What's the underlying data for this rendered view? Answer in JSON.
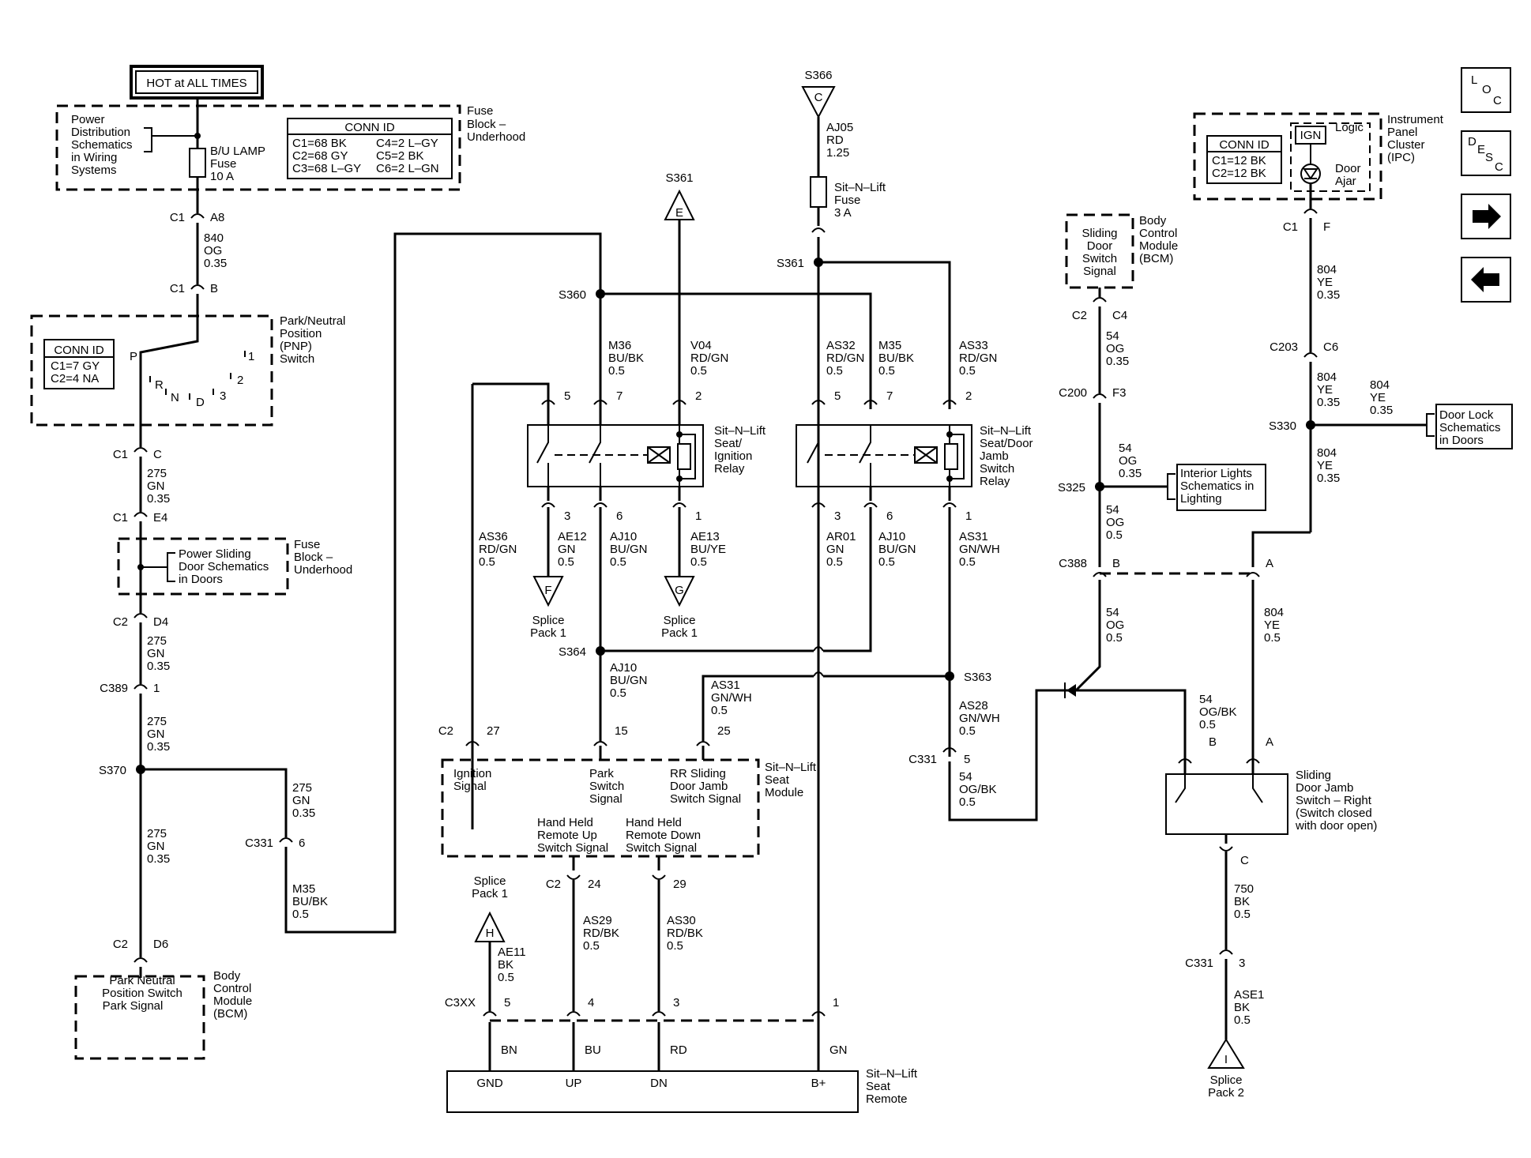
{
  "hot_label": "HOT at ALL TIMES",
  "fuse_block_top": {
    "label_lines": [
      "Fuse",
      "Block –",
      "Underhood"
    ],
    "power_ref": [
      "Power",
      "Distribution",
      "Schematics",
      "in Wiring",
      "Systems"
    ],
    "fuse": [
      "B/U LAMP",
      "Fuse",
      "10 A"
    ],
    "conn_title": "CONN ID",
    "conn_left": [
      "C1=68 BK",
      "C2=68 GY",
      "C3=68 L–GY"
    ],
    "conn_right": [
      "C4=2 L–GY",
      "C5=2 BK",
      "C6=2 L–GN"
    ]
  },
  "left_chain": {
    "c1_a8": [
      "C1",
      "A8"
    ],
    "w840": [
      "840",
      "OG",
      "0.35"
    ],
    "c1_b": [
      "C1",
      "B"
    ],
    "pnp_label": [
      "Park/Neutral",
      "Position",
      "(PNP)",
      "Switch"
    ],
    "pnp_conn_title": "CONN ID",
    "pnp_conn": [
      "C1=7 GY",
      "C2=4 NA"
    ],
    "pnp_positions": [
      "P",
      "R",
      "N",
      "D",
      "3",
      "2",
      "1"
    ],
    "c1_c": [
      "C1",
      "C"
    ],
    "w275a": [
      "275",
      "GN",
      "0.35"
    ],
    "c1_e4": [
      "C1",
      "E4"
    ],
    "psd_ref": [
      "Power Sliding",
      "Door Schematics",
      "in Doors"
    ],
    "fuse_block_2": [
      "Fuse",
      "Block –",
      "Underhood"
    ],
    "c2_d4": [
      "C2",
      "D4"
    ],
    "w275b": [
      "275",
      "GN",
      "0.35"
    ],
    "c389": [
      "C389",
      "1"
    ],
    "w275c": [
      "275",
      "GN",
      "0.35"
    ],
    "s370": "S370",
    "w275d": [
      "275",
      "GN",
      "0.35"
    ],
    "w275e": [
      "275",
      "GN",
      "0.35"
    ],
    "c331_6": [
      "C331",
      "6"
    ],
    "m35": [
      "M35",
      "BU/BK",
      "0.5"
    ],
    "c2_d6": [
      "C2",
      "D6"
    ],
    "bcm_box": [
      "Park Neutral",
      "Position Switch",
      "Park Signal"
    ],
    "bcm_label": [
      "Body",
      "Control",
      "Module",
      "(BCM)"
    ]
  },
  "center": {
    "s366": "S366",
    "c_tri": "C",
    "aj05": [
      "AJ05",
      "RD",
      "1.25"
    ],
    "fuse_snl": [
      "Sit–N–Lift",
      "Fuse",
      "3 A"
    ],
    "s361_top": "S361",
    "e_tri": "E",
    "s361": "S361",
    "s360": "S360",
    "m36": [
      "M36",
      "BU/BK",
      "0.5"
    ],
    "v04": [
      "V04",
      "RD/GN",
      "0.5"
    ],
    "as32": [
      "AS32",
      "RD/GN",
      "0.5"
    ],
    "m35": [
      "M35",
      "BU/BK",
      "0.5"
    ],
    "as33": [
      "AS33",
      "RD/GN",
      "0.5"
    ],
    "relay1_label": [
      "Sit–N–Lift",
      "Seat/",
      "Ignition",
      "Relay"
    ],
    "relay2_label": [
      "Sit–N–Lift",
      "Seat/Door",
      "Jamb",
      "Switch",
      "Relay"
    ],
    "relay1_pins_top": [
      "5",
      "7",
      "2"
    ],
    "relay1_pins_bot": [
      "3",
      "6",
      "1"
    ],
    "relay2_pins_top": [
      "5",
      "7",
      "2"
    ],
    "relay2_pins_bot": [
      "3",
      "6",
      "1"
    ],
    "as36": [
      "AS36",
      "RD/GN",
      "0.5"
    ],
    "ae12": [
      "AE12",
      "GN",
      "0.5"
    ],
    "aj10a": [
      "AJ10",
      "BU/GN",
      "0.5"
    ],
    "ae13": [
      "AE13",
      "BU/YE",
      "0.5"
    ],
    "ar01": [
      "AR01",
      "GN",
      "0.5"
    ],
    "aj10b": [
      "AJ10",
      "BU/GN",
      "0.5"
    ],
    "as31a": [
      "AS31",
      "GN/WH",
      "0.5"
    ],
    "f_tri": "F",
    "g_tri": "G",
    "splice_f": [
      "Splice",
      "Pack 1"
    ],
    "splice_g": [
      "Splice",
      "Pack 1"
    ],
    "s364": "S364",
    "aj10c": [
      "AJ10",
      "BU/GN",
      "0.5"
    ],
    "as31b": [
      "AS31",
      "GN/WH",
      "0.5"
    ],
    "s363": "S363",
    "as28": [
      "AS28",
      "GN/WH",
      "0.5"
    ],
    "c331_5": [
      "C331",
      "5"
    ],
    "w54_ogbk": [
      "54",
      "OG/BK",
      "0.5"
    ],
    "c2_pins": [
      "C2",
      "27",
      "15",
      "25"
    ],
    "module_cells": [
      [
        "Ignition",
        "Signal"
      ],
      [
        "Park",
        "Switch",
        "Signal"
      ],
      [
        "RR Sliding",
        "Door Jamb",
        "Switch Signal"
      ]
    ],
    "module_cells2": [
      [
        "Hand Held",
        "Remote Up",
        "Switch Signal"
      ],
      [
        "Hand Held",
        "Remote Down",
        "Switch Signal"
      ]
    ],
    "module_label": [
      "Sit–N–Lift",
      "Seat",
      "Module"
    ],
    "c2_bot": [
      "C2",
      "24",
      "29"
    ],
    "splice_h": [
      "Splice",
      "Pack 1"
    ],
    "h_tri": "H",
    "ae11": [
      "AE11",
      "BK",
      "0.5"
    ],
    "as29": [
      "AS29",
      "RD/BK",
      "0.5"
    ],
    "as30": [
      "AS30",
      "RD/BK",
      "0.5"
    ],
    "c3xx": [
      "C3XX",
      "5",
      "4",
      "3",
      "1"
    ],
    "remote_wires": [
      "BN",
      "BU",
      "RD",
      "GN"
    ],
    "remote_pins": [
      "GND",
      "UP",
      "DN",
      "B+"
    ],
    "remote_label": [
      "Sit–N–Lift",
      "Seat",
      "Remote"
    ]
  },
  "right": {
    "ipc_conn_title": "CONN ID",
    "ipc_conn": [
      "C1=12 BK",
      "C2=12 BK"
    ],
    "ign": "IGN",
    "logic": "Logic",
    "door_ajar": [
      "Door",
      "Ajar"
    ],
    "ipc_label": [
      "Instrument",
      "Panel",
      "Cluster",
      "(IPC)"
    ],
    "c1_f": [
      "C1",
      "F"
    ],
    "w804a": [
      "804",
      "YE",
      "0.35"
    ],
    "c203": [
      "C203",
      "C6"
    ],
    "w804b": [
      "804",
      "YE",
      "0.35"
    ],
    "w804c": [
      "804",
      "YE",
      "0.35"
    ],
    "s330": "S330",
    "door_lock_ref": [
      "Door Lock",
      "Schematics",
      "in Doors"
    ],
    "w804d": [
      "804",
      "YE",
      "0.35"
    ],
    "bcm_ref": [
      "Sliding",
      "Door",
      "Switch",
      "Signal"
    ],
    "bcm_label": [
      "Body",
      "Control",
      "Module",
      "(BCM)"
    ],
    "c2_c4": [
      "C2",
      "C4"
    ],
    "w54a": [
      "54",
      "OG",
      "0.35"
    ],
    "c200": [
      "C200",
      "F3"
    ],
    "w54b": [
      "54",
      "OG",
      "0.35"
    ],
    "s325": "S325",
    "interior_ref": [
      "Interior Lights",
      "Schematics in",
      "Lighting"
    ],
    "w54c": [
      "54",
      "OG",
      "0.5"
    ],
    "c388": [
      "C388",
      "B",
      "A"
    ],
    "w54d": [
      "54",
      "OG",
      "0.5"
    ],
    "w804e": [
      "804",
      "YE",
      "0.5"
    ],
    "w54_ogbk": [
      "54",
      "OG/BK",
      "0.5"
    ],
    "switch_pins": [
      "B",
      "A",
      "C"
    ],
    "switch_label": [
      "Sliding",
      "Door Jamb",
      "Switch – Right",
      "(Switch closed",
      "with door open)"
    ],
    "w750": [
      "750",
      "BK",
      "0.5"
    ],
    "c331_3": [
      "C331",
      "3"
    ],
    "ase1": [
      "ASE1",
      "BK",
      "0.5"
    ],
    "i_tri": "I",
    "splice_i": [
      "Splice",
      "Pack 2"
    ]
  },
  "nav": {
    "loc": [
      "L",
      "O",
      "C"
    ],
    "desc": [
      "D",
      "E",
      "S",
      "C"
    ],
    "next": "→",
    "prev": "←"
  }
}
